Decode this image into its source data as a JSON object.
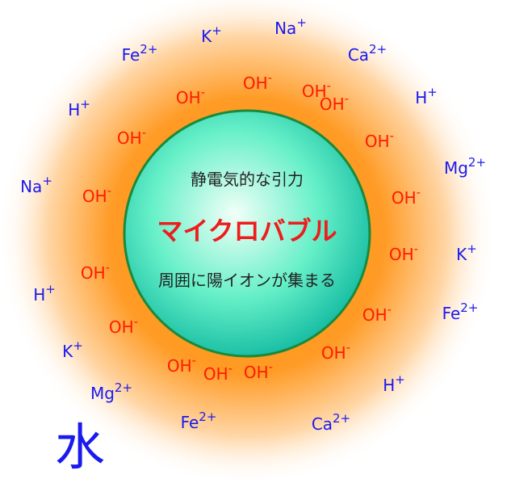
{
  "colors": {
    "background": "#ffffff",
    "glow_center": "#ff8a00",
    "glow_edge": "#ffffff",
    "bubble_center": "#f2fff8",
    "bubble_mid": "#66f0c8",
    "bubble_edge": "#10b8a0",
    "bubble_border": "#1a8a3a",
    "hydroxide": "#ff1a00",
    "cation": "#1a1aee",
    "title": "#ee1c1c",
    "caption": "#222222",
    "water": "#1a1aee"
  },
  "bubble": {
    "title": "マイクロバブル",
    "top_caption": "静電気的な引力",
    "bottom_caption": "周囲に陽イオンが集まる"
  },
  "water_label": "水",
  "hydroxide_ions": [
    {
      "base": "OH",
      "charge": "-"
    },
    {
      "base": "OH",
      "charge": "-"
    },
    {
      "base": "OH",
      "charge": "-"
    },
    {
      "base": "OH",
      "charge": "-"
    },
    {
      "base": "OH",
      "charge": "-"
    },
    {
      "base": "OH",
      "charge": "-"
    },
    {
      "base": "OH",
      "charge": "-"
    },
    {
      "base": "OH",
      "charge": "-"
    },
    {
      "base": "OH",
      "charge": "-"
    },
    {
      "base": "OH",
      "charge": "-"
    },
    {
      "base": "OH",
      "charge": "-"
    },
    {
      "base": "OH",
      "charge": "-"
    },
    {
      "base": "OH",
      "charge": "-"
    },
    {
      "base": "OH",
      "charge": "-"
    },
    {
      "base": "OH",
      "charge": "-"
    },
    {
      "base": "OH",
      "charge": "-"
    }
  ],
  "cation_ions": [
    {
      "base": "K",
      "charge": "+"
    },
    {
      "base": "Na",
      "charge": "+"
    },
    {
      "base": "Fe",
      "charge": "2+"
    },
    {
      "base": "Ca",
      "charge": "2+"
    },
    {
      "base": "H",
      "charge": "+"
    },
    {
      "base": "H",
      "charge": "+"
    },
    {
      "base": "Mg",
      "charge": "2+"
    },
    {
      "base": "Na",
      "charge": "+"
    },
    {
      "base": "K",
      "charge": "+"
    },
    {
      "base": "H",
      "charge": "+"
    },
    {
      "base": "Fe",
      "charge": "2+"
    },
    {
      "base": "K",
      "charge": "+"
    },
    {
      "base": "H",
      "charge": "+"
    },
    {
      "base": "Mg",
      "charge": "2+"
    },
    {
      "base": "Fe",
      "charge": "2+"
    },
    {
      "base": "Ca",
      "charge": "2+"
    }
  ]
}
